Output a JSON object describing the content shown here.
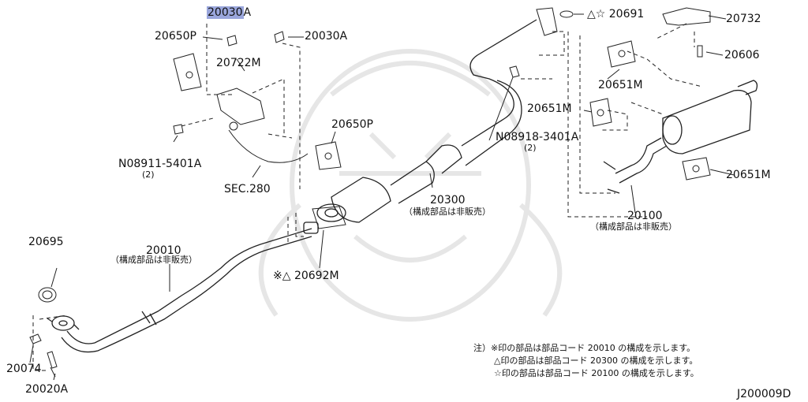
{
  "diagram_code": "J200009D",
  "labels": {
    "p20030A_top_hl": "20030",
    "p20030A_top_tail": "A",
    "p20650P_top": "20650P",
    "p20030A_mid": "20030A",
    "p20722M": "20722M",
    "p20650P_mid": "20650P",
    "p08911": "N08911-5401A",
    "p08911_qty": "(2)",
    "sec280": "SEC.280",
    "p20691": "△☆ 20691",
    "p20732": "20732",
    "p20606": "20606",
    "p20651M_a": "20651M",
    "p20651M_b": "20651M",
    "p20651M_c": "20651M",
    "p08918": "N08918-3401A",
    "p08918_qty": "(2)",
    "p20300": "20300",
    "p20300_note": "（構成部品は非販売）",
    "p20100": "20100",
    "p20100_note": "（構成部品は非販売）",
    "p20695": "20695",
    "p20010": "20010",
    "p20010_note": "（構成部品は非販売）",
    "p20692M": "※△ 20692M",
    "p20074": "20074",
    "p20020A": "20020A"
  },
  "notes": [
    "注）※印の部品は部品コード 20010 の構成を示します。",
    "△印の部品は部品コード 20300 の構成を示します。",
    "☆印の部品は部品コード 20100 の構成を示します。"
  ],
  "colors": {
    "highlight": "#9aa6dc",
    "line": "#222222",
    "watermark": "#e9e9e9"
  }
}
